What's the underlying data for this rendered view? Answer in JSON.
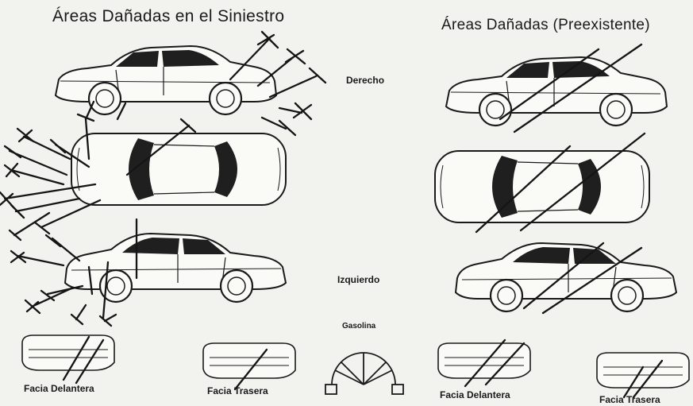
{
  "headings": {
    "left": "Áreas Dañadas en el Siniestro",
    "right": "Áreas Dañadas (Preexistente)"
  },
  "views": {
    "right_side": "Derecho",
    "left_side": "Izquierdo",
    "fuel": "Gasolina"
  },
  "bumpers": {
    "left_front": "Facia Delantera",
    "left_rear": "Facia Trasera",
    "right_front": "Facia Delantera",
    "right_rear": "Facia Trasera"
  },
  "colors": {
    "ink": "#1a1a1a",
    "paper": "#f2f2ef"
  }
}
